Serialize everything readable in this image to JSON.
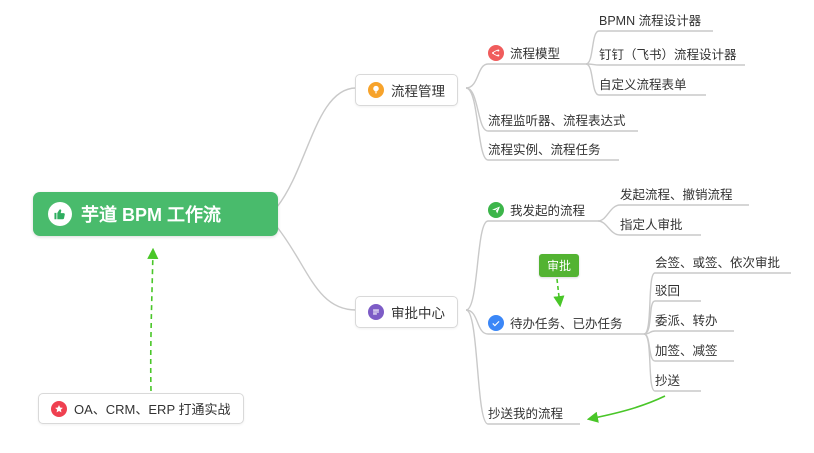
{
  "root": {
    "label": "芋道 BPM 工作流",
    "icon": "thumbs-up-icon",
    "bg_color": "#49bb6c"
  },
  "process_management": {
    "label": "流程管理",
    "icon": "lightbulb-icon",
    "icon_color": "#f7a32b",
    "model": {
      "label": "流程模型",
      "icon": "share-nodes-icon",
      "icon_color": "#f05c5c",
      "items": [
        {
          "label": "BPMN 流程设计器"
        },
        {
          "label": "钉钉（飞书）流程设计器"
        },
        {
          "label": "自定义流程表单"
        }
      ]
    },
    "listener": {
      "label": "流程监听器、流程表达式"
    },
    "instance": {
      "label": "流程实例、流程任务"
    }
  },
  "approval_center": {
    "label": "审批中心",
    "icon": "document-lines-icon",
    "icon_color": "#7d5cc6",
    "initiated": {
      "label": "我发起的流程",
      "icon": "paper-plane-icon",
      "icon_color": "#3cb54a",
      "items": [
        {
          "label": "发起流程、撤销流程"
        },
        {
          "label": "指定人审批"
        }
      ]
    },
    "tasks": {
      "label": "待办任务、已办任务",
      "icon": "check-icon",
      "icon_color": "#3b87f7",
      "items": [
        {
          "label": "会签、或签、依次审批"
        },
        {
          "label": "驳回"
        },
        {
          "label": "委派、转办"
        },
        {
          "label": "加签、减签"
        },
        {
          "label": "抄送"
        }
      ]
    },
    "cc": {
      "label": "抄送我的流程"
    }
  },
  "approval_badge": {
    "label": "审批",
    "bg_color": "#53b332"
  },
  "note": {
    "label": "OA、CRM、ERP 打通实战",
    "icon": "star-icon",
    "icon_color": "#ef4050"
  },
  "colors": {
    "line": "#c9c9c9",
    "arrow_green": "#49c628"
  }
}
